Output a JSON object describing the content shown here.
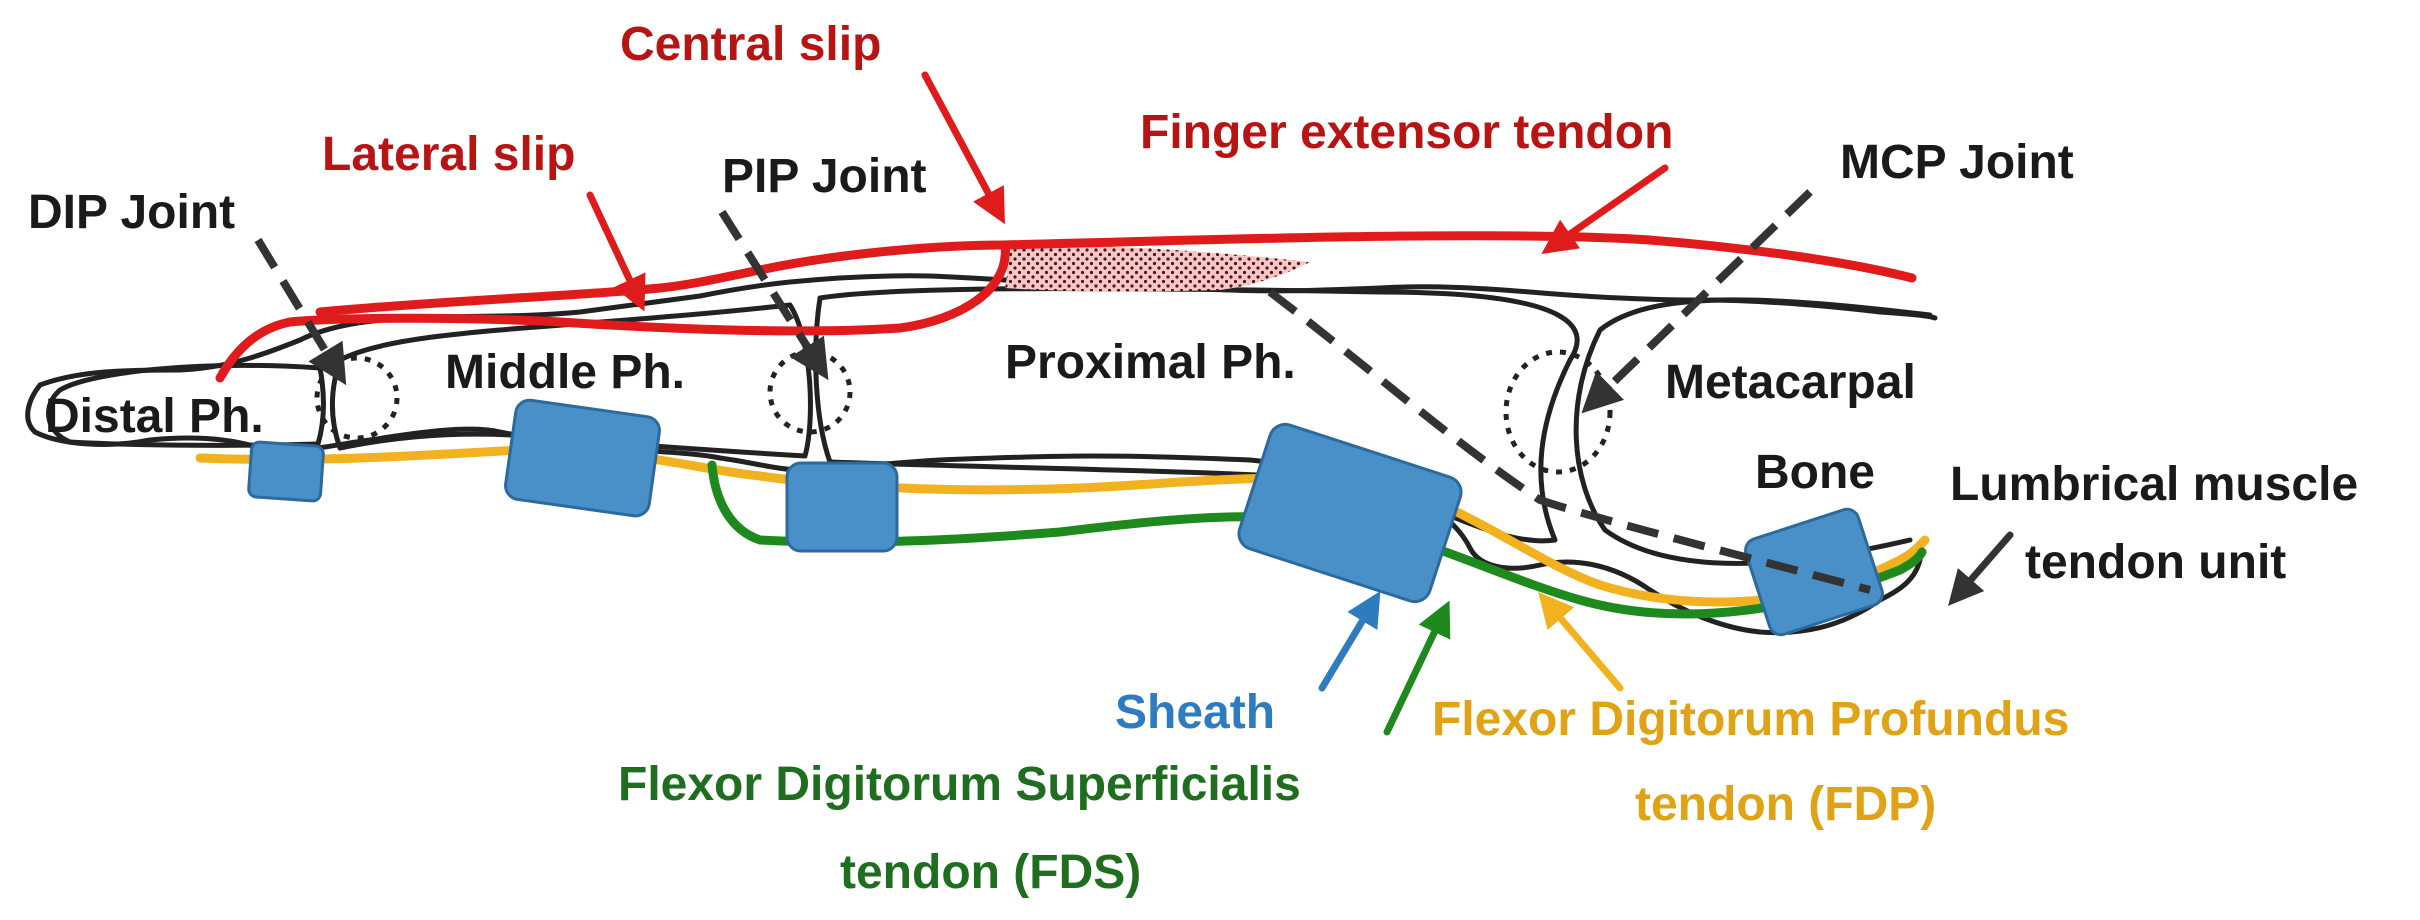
{
  "colors": {
    "extensor": "#e01b1b",
    "label_red": "#b81414",
    "sheath_fill": "#4a90c8",
    "sheath_stroke": "#2c6a9e",
    "sheath_label": "#2f7bbf",
    "fds": "#1e8a1e",
    "fds_label": "#1f6e1f",
    "fdp": "#f2b21f",
    "fdp_label": "#e0a316",
    "outline": "#222222",
    "pointer": "#333333",
    "text": "#1a1a1a"
  },
  "labels": {
    "central_slip": "Central slip",
    "lateral_slip": "Lateral slip",
    "finger_extensor_tendon": "Finger extensor tendon",
    "pip_joint": "PIP Joint",
    "dip_joint": "DIP Joint",
    "mcp_joint": "MCP Joint",
    "distal_ph": "Distal Ph.",
    "middle_ph": "Middle Ph.",
    "proximal_ph": "Proximal Ph.",
    "metacarpal_line1": "Metacarpal",
    "metacarpal_line2": "Bone",
    "lumbrical_line1": "Lumbrical muscle",
    "lumbrical_line2": "tendon unit",
    "sheath": "Sheath",
    "fds_line1": "Flexor Digitorum Superficialis",
    "fds_line2": "tendon (FDS)",
    "fdp_line1": "Flexor Digitorum Profundus",
    "fdp_line2": "tendon (FDP)"
  }
}
